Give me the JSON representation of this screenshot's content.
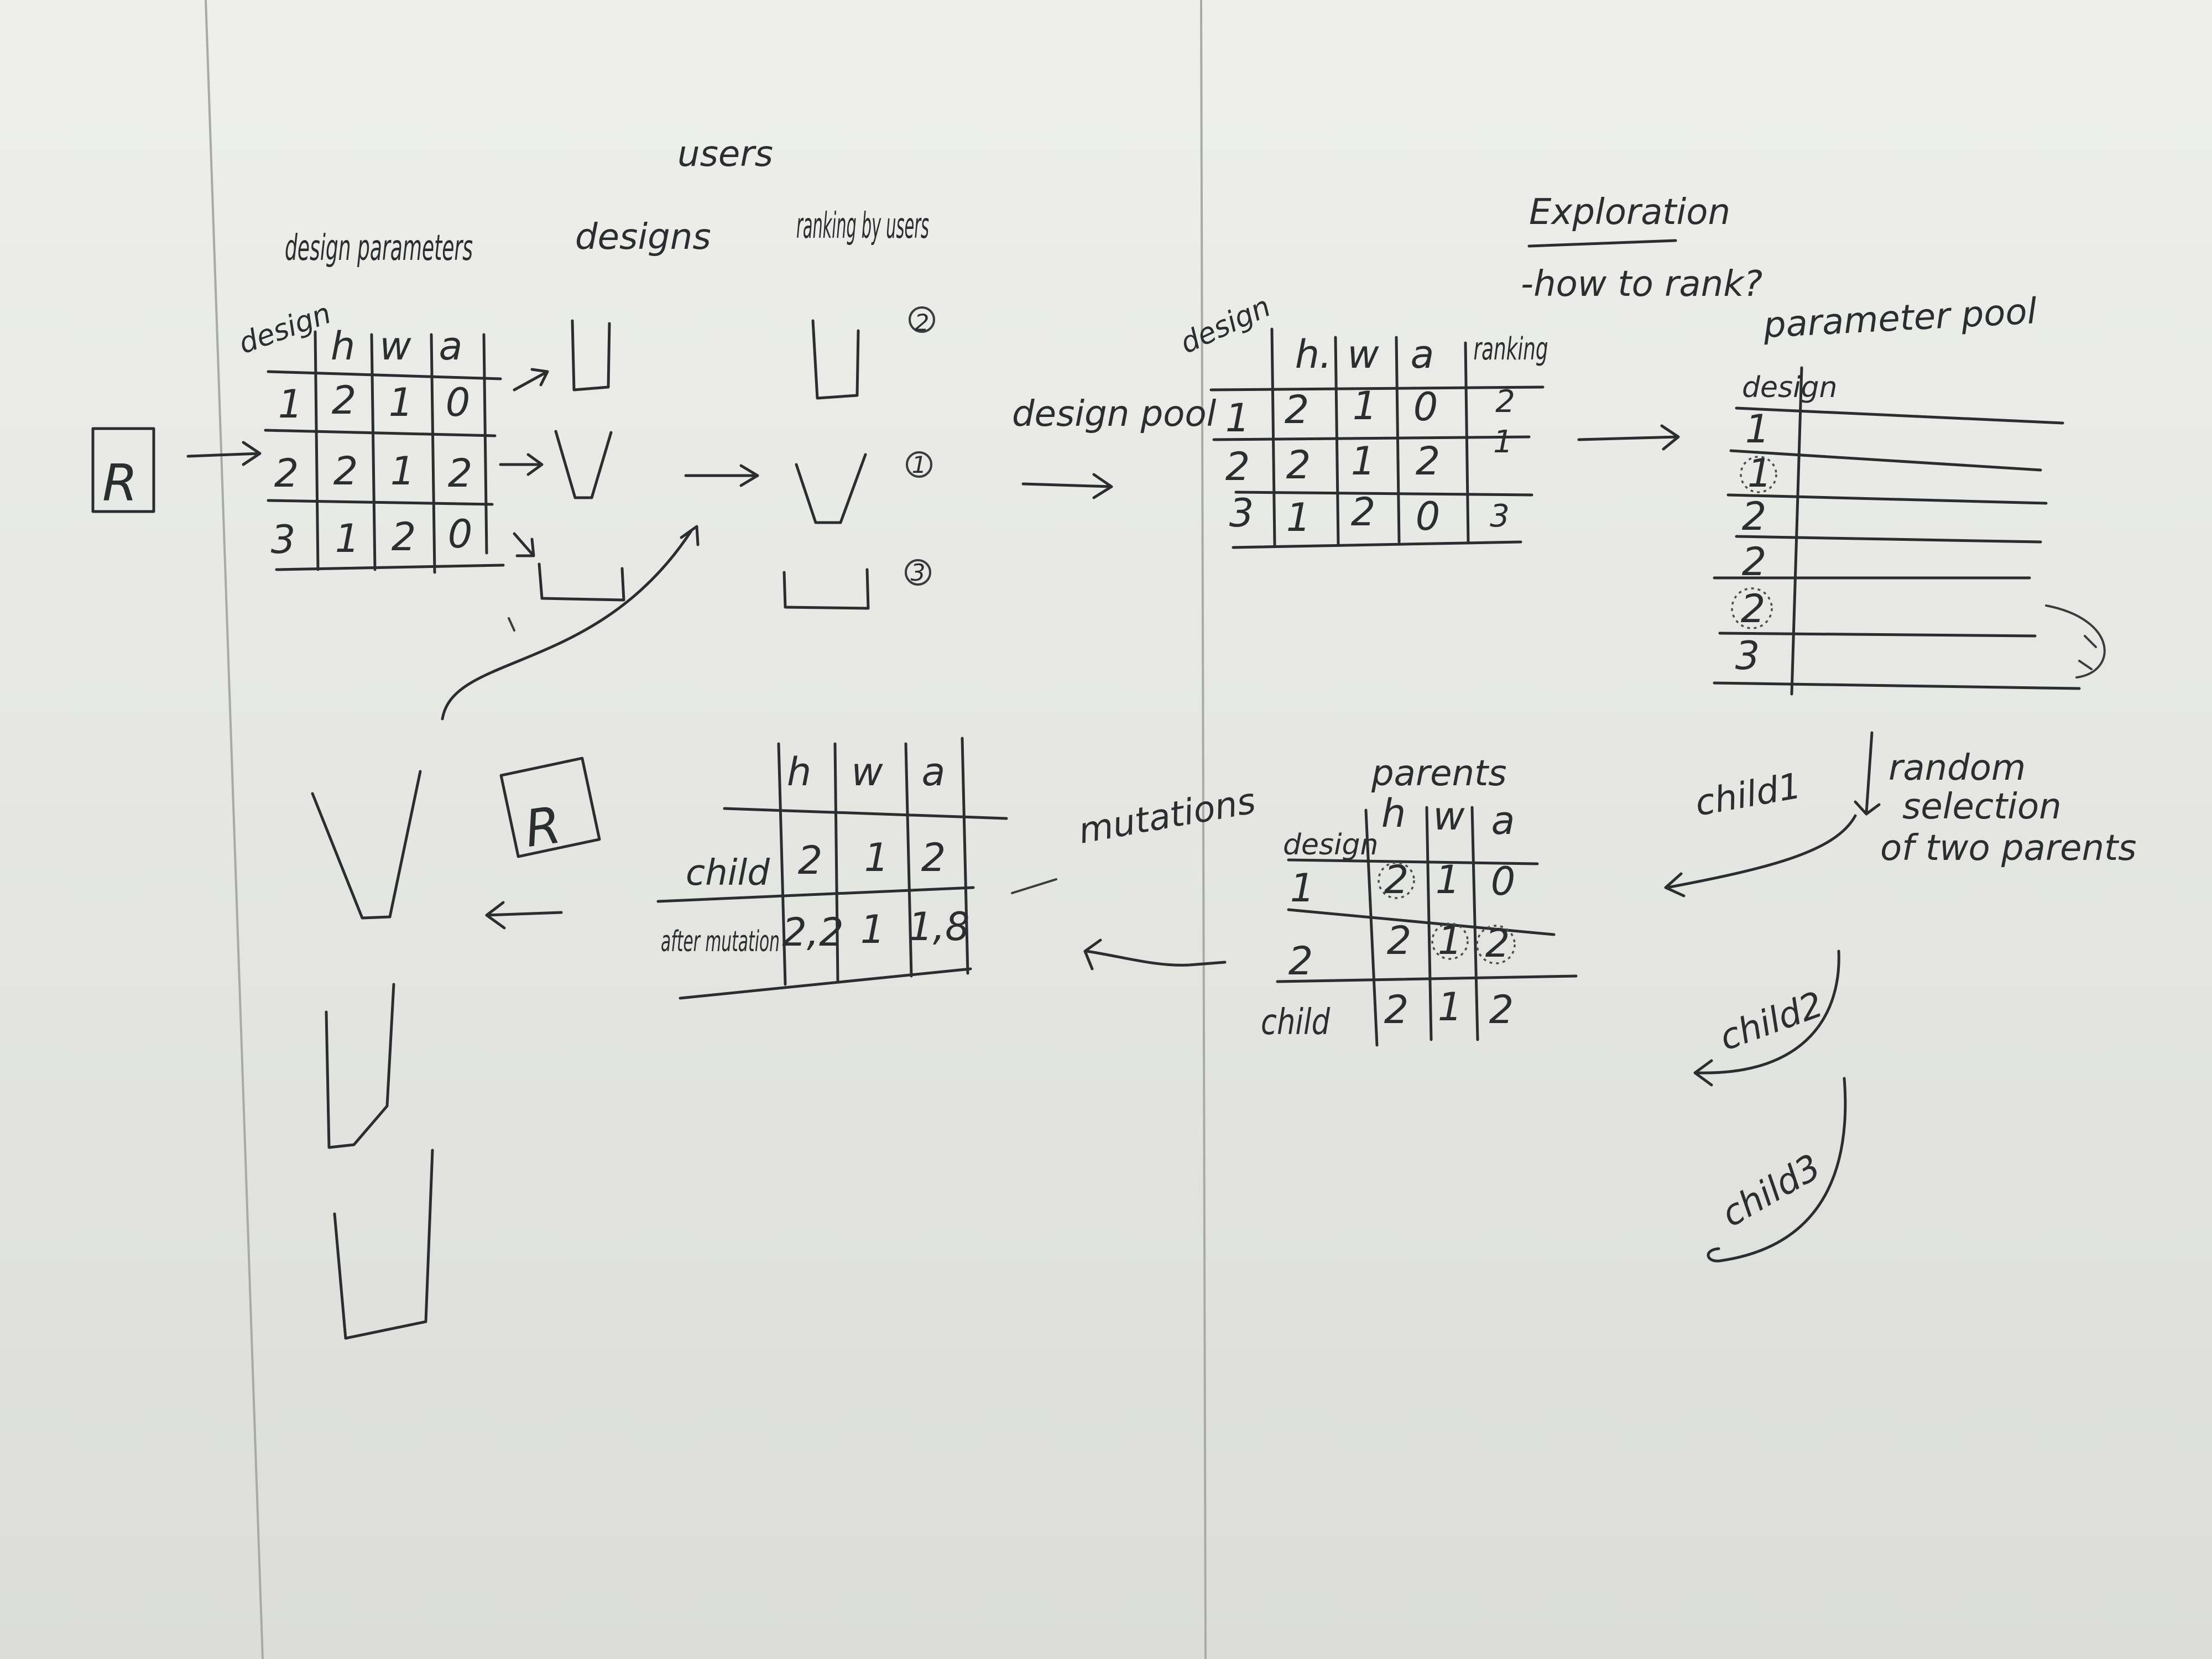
{
  "left": {
    "title": "users",
    "heading_design_parameters": "design parameters",
    "heading_designs": "designs",
    "heading_ranking": "ranking by users",
    "r_box": "R",
    "params_table": {
      "corner": "design",
      "headers": [
        "h",
        "w",
        "a"
      ],
      "rows": [
        [
          "1",
          "2",
          "1",
          "0"
        ],
        [
          "2",
          "2",
          "1",
          "2"
        ],
        [
          "3",
          "1",
          "2",
          "0"
        ]
      ]
    },
    "ranks": [
      "2",
      "1",
      "3"
    ],
    "mutation_table": {
      "headers": [
        "h",
        "w",
        "a"
      ],
      "rows": [
        {
          "label": "child",
          "values": [
            "2",
            "1",
            "2"
          ]
        },
        {
          "label": "after mutation",
          "values": [
            "2,2",
            "1",
            "1,8"
          ]
        }
      ]
    },
    "r_box_2": "R",
    "label_mutations": "mutations"
  },
  "right": {
    "title": "Exploration",
    "subtitle": "-how to rank?",
    "label_design_pool": "design pool",
    "pool_table": {
      "corner": "design",
      "headers": [
        "h.",
        "w",
        "a",
        "ranking"
      ],
      "rows": [
        [
          "1",
          "2",
          "1",
          "0",
          "2"
        ],
        [
          "2",
          "2",
          "1",
          "2",
          "1"
        ],
        [
          "3",
          "1",
          "2",
          "0",
          "3"
        ]
      ]
    },
    "parameter_pool": {
      "title": "parameter pool",
      "header": "design",
      "rows": [
        "1",
        "1",
        "2",
        "2",
        "2",
        "3"
      ]
    },
    "parents_table": {
      "title": "parents",
      "corner": "design",
      "headers": [
        "h",
        "w",
        "a"
      ],
      "rows": [
        [
          "1",
          "2",
          "1",
          "0"
        ],
        [
          "2",
          "2",
          "1",
          "2"
        ],
        [
          "child",
          "2",
          "1",
          "2"
        ]
      ]
    },
    "label_child1": "child1",
    "label_random": "random selection of two parents",
    "label_child2": "child2",
    "label_child3": "child3"
  }
}
